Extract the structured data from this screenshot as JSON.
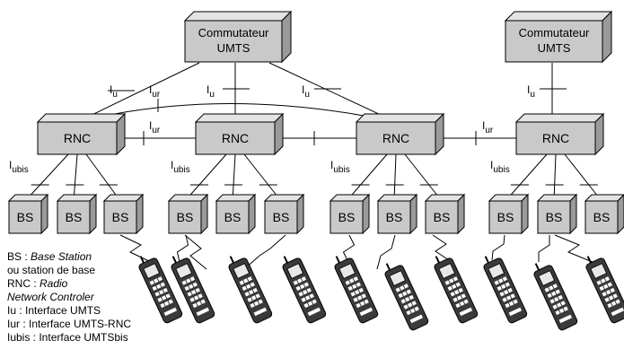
{
  "switches": [
    {
      "line1": "Commutateur",
      "line2": "UMTS"
    },
    {
      "line1": "Commutateur",
      "line2": "UMTS"
    }
  ],
  "rnc_label": "RNC",
  "bs_label": "BS",
  "interfaces": {
    "iu": {
      "main": "I",
      "sub": "u"
    },
    "iur": {
      "main": "I",
      "sub": "ur"
    },
    "iubis": {
      "main": "I",
      "sub": "ubis"
    }
  },
  "legend": {
    "bs_key": "BS : ",
    "bs_term": "Base Station",
    "bs_desc": "ou station de base",
    "rnc_key": "RNC : ",
    "rnc_term1": "Radio",
    "rnc_term2": "Network Controler",
    "iu": "Iu : Interface UMTS",
    "iur": "Iur : Interface UMTS-RNC",
    "iubis": "Iubis : Interface UMTSbis"
  },
  "colors": {
    "box_front": "#c9c9c9",
    "box_top": "#e4e4e4",
    "box_side": "#9a9a9a",
    "phone_body": "#3a3a3a"
  }
}
